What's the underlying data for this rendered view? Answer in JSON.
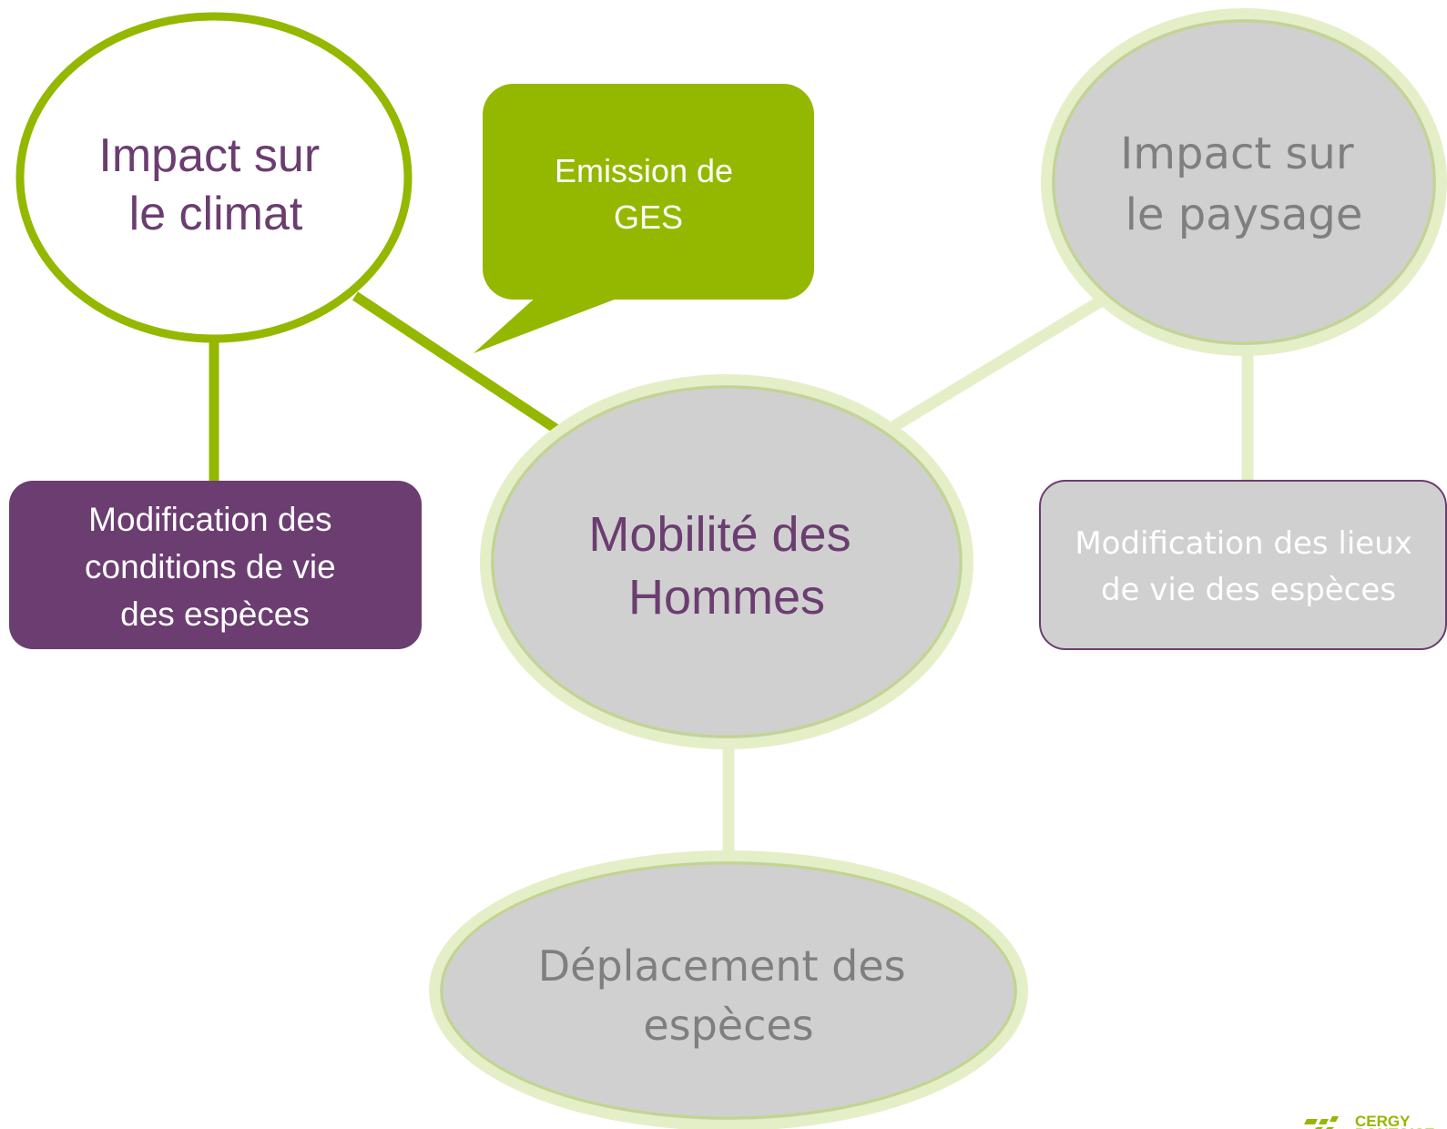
{
  "colors": {
    "green": "#94b800",
    "green_light": "#e4efc8",
    "green_light_edge": "#c2d58e",
    "purple": "#6b3d70",
    "grey_fill": "#d0d0d0",
    "grey_text": "#7f7f7f",
    "white": "#ffffff"
  },
  "nodes": {
    "climate": {
      "line1": "Impact sur",
      "line2": "le climat"
    },
    "ges": {
      "line1": "Emission de",
      "line2": "GES"
    },
    "landscape": {
      "line1": "Impact sur",
      "line2": "le paysage"
    },
    "species_conditions": {
      "line1": "Modification des",
      "line2": "conditions de vie",
      "line3": "des espèces"
    },
    "mobility": {
      "line1": "Mobilité des",
      "line2": "Hommes"
    },
    "habitats": {
      "line1": "Modification des lieux",
      "line2": "de vie des espèces"
    },
    "displacement": {
      "line1": "Déplacement des",
      "line2": "espèces"
    }
  },
  "logo": {
    "text": "CERGY PONTOISE"
  }
}
